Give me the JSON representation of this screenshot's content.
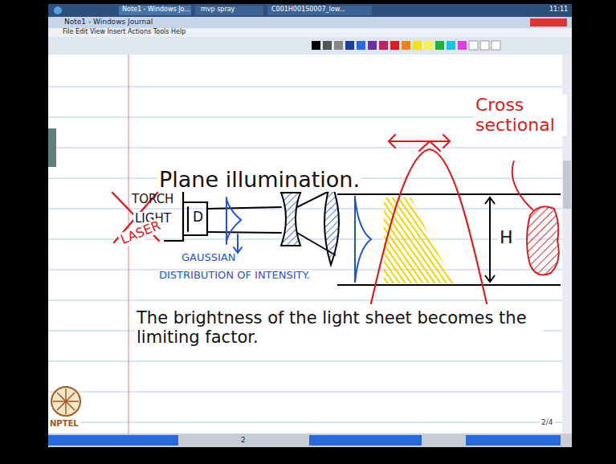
{
  "diagram": {
    "labels": [
      "Note1 - Windows Journal",
      "Note1 - Windows Jo...",
      "mvp spray",
      "C001H001S0007_low...",
      "File Edit View Insert Actions Tools Help",
      "Plane illumination.",
      "TORCH",
      "LIGHT",
      "LASER",
      "D",
      "H",
      "GAUSSIAN",
      "DISTRIBUTION OF INTENSITY.",
      "Cross sectional",
      "The brightness of the light sheet becomes the limiting factor.",
      "2/4",
      "2",
      "NPTEL",
      "11:11"
    ]
  }
}
